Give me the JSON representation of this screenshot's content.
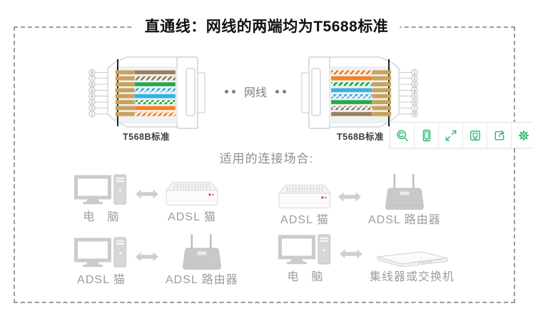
{
  "title": "直通线：网线的两端均为T5688标准",
  "cable_section": {
    "middle_label": "网线",
    "left_connector": {
      "label": "T568B标准",
      "pin_numbers": [
        8,
        7,
        6,
        5,
        4,
        3,
        2,
        1
      ],
      "wire_order_top_to_bottom": [
        "brown",
        "white-brown",
        "green",
        "white-blue",
        "blue",
        "white-green",
        "orange",
        "white-orange"
      ]
    },
    "right_connector": {
      "label": "T568B标准",
      "pin_numbers": [
        1,
        2,
        3,
        4,
        5,
        6,
        7,
        8
      ],
      "wire_order_top_to_bottom": [
        "white-orange",
        "orange",
        "white-green",
        "blue",
        "white-blue",
        "green",
        "white-brown",
        "brown"
      ]
    },
    "wire_colors": {
      "brown": "#9a7e5f",
      "green": "#22a84a",
      "blue": "#35b1e5",
      "orange": "#f5821f",
      "pin_gold": "#c9a25e"
    }
  },
  "toolbar": {
    "accent_color": "#2eb872",
    "icons": [
      "zoom-search",
      "mobile-preview",
      "fullscreen",
      "save",
      "share",
      "settings"
    ]
  },
  "scenarios": {
    "heading": "适用的连接场合:",
    "pairs": [
      {
        "left_icon": "computer",
        "left_label": "电　脑",
        "right_icon": "modem",
        "right_label": "ADSL 猫"
      },
      {
        "left_icon": "modem",
        "left_label": "ADSL 猫",
        "right_icon": "router",
        "right_label": "ADSL 路由器"
      },
      {
        "left_icon": "computer",
        "left_label": "ADSL 猫",
        "right_icon": "router",
        "right_label": "ADSL 路由器"
      },
      {
        "left_icon": "computer",
        "left_label": "电　脑",
        "right_icon": "switch",
        "right_label": "集线器或交换机"
      }
    ]
  }
}
